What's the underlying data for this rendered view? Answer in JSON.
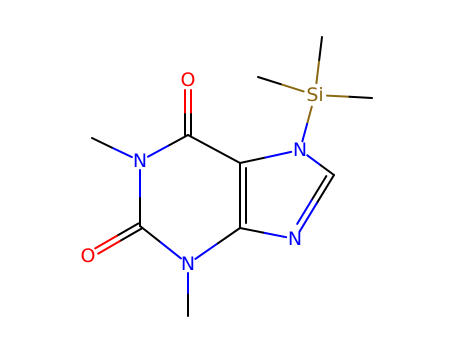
{
  "molecule": {
    "colors": {
      "C": "#000000",
      "N": "#0000ff",
      "O": "#ff0000",
      "Si": "#8b6914"
    },
    "atoms": [
      {
        "id": "Si",
        "element": "Si",
        "label": "Si"
      },
      {
        "id": "N7",
        "element": "N",
        "label": "N"
      },
      {
        "id": "N1",
        "element": "N",
        "label": "N"
      },
      {
        "id": "N3",
        "element": "N",
        "label": "N"
      },
      {
        "id": "N9",
        "element": "N",
        "label": "N"
      },
      {
        "id": "O6",
        "element": "O",
        "label": "O"
      },
      {
        "id": "O2",
        "element": "O",
        "label": "O"
      }
    ]
  }
}
